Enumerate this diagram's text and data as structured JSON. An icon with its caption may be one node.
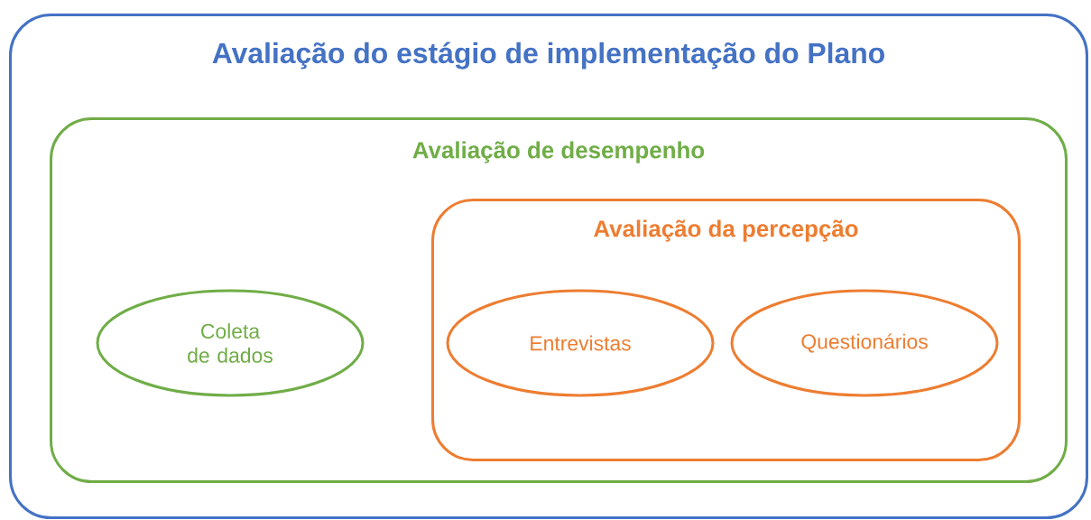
{
  "diagram": {
    "nodes": [
      {
        "text": [
          "Avaliação do estágio de implementação do Plano"
        ]
      },
      {
        "text": [
          "Avaliação de desempenho"
        ],
        "in": 0
      },
      {
        "text": [
          "Coleta de dados"
        ],
        "in": 1
      },
      {
        "text": [
          "Avaliação da percepção"
        ],
        "in": 1
      },
      {
        "text": [
          "Entrevistas"
        ],
        "in": 3
      },
      {
        "text": [
          "Questionários"
        ],
        "in": 3
      }
    ]
  }
}
